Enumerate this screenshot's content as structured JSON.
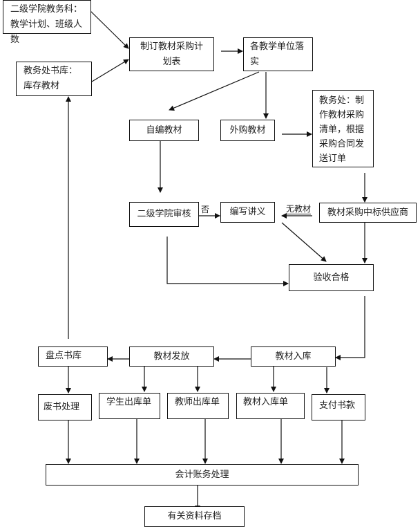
{
  "diagram": {
    "type": "flowchart",
    "nodes": {
      "college_office": {
        "label": "二级学院教务科：\n教学计划、班级人数"
      },
      "central_library": {
        "label": "教务处书库：\n库存教材"
      },
      "make_plan": {
        "label": "制订教材采购计\n划表"
      },
      "units_implement": {
        "label": "各教学单位落\n实"
      },
      "self_compiled": {
        "label": "自编教材"
      },
      "external_purchase": {
        "label": "外购教材"
      },
      "academic_affairs": {
        "label": "教务处：制\n作教材采购\n清单，根据\n采购合同发\n送订单"
      },
      "college_review": {
        "label": "二级学院审核"
      },
      "write_handouts": {
        "label": "编写讲义"
      },
      "winning_supplier": {
        "label": "教材采购中标供应商"
      },
      "acceptance": {
        "label": "验收合格"
      },
      "inventory_check": {
        "label": "盘点书库"
      },
      "distribution": {
        "label": "教材发放"
      },
      "warehousing": {
        "label": "教材入库"
      },
      "scrap_processing": {
        "label": "废书处理"
      },
      "student_outbound": {
        "label": "学生出库单"
      },
      "teacher_outbound": {
        "label": "教师出库单"
      },
      "warehousing_slip": {
        "label": "教材入库单"
      },
      "pay_books": {
        "label": "支付书款"
      },
      "accounting": {
        "label": "会计账务处理"
      },
      "archive": {
        "label": "有关资料存档"
      }
    },
    "edge_labels": {
      "no": "否",
      "no_textbook": "无教材"
    },
    "edges": [
      {
        "from": "college_office",
        "to": "make_plan"
      },
      {
        "from": "central_library",
        "to": "make_plan"
      },
      {
        "from": "make_plan",
        "to": "units_implement"
      },
      {
        "from": "units_implement",
        "to": "self_compiled"
      },
      {
        "from": "units_implement",
        "to": "external_purchase"
      },
      {
        "from": "external_purchase",
        "to": "academic_affairs"
      },
      {
        "from": "academic_affairs",
        "to": "winning_supplier"
      },
      {
        "from": "self_compiled",
        "to": "college_review"
      },
      {
        "from": "college_review",
        "to": "write_handouts",
        "label": "否"
      },
      {
        "from": "winning_supplier",
        "to": "write_handouts",
        "label": "无教材"
      },
      {
        "from": "write_handouts",
        "to": "acceptance"
      },
      {
        "from": "winning_supplier",
        "to": "acceptance"
      },
      {
        "from": "college_review",
        "to": "acceptance"
      },
      {
        "from": "acceptance",
        "to": "warehousing"
      },
      {
        "from": "warehousing",
        "to": "distribution"
      },
      {
        "from": "distribution",
        "to": "inventory_check"
      },
      {
        "from": "inventory_check",
        "to": "central_library"
      },
      {
        "from": "inventory_check",
        "to": "scrap_processing"
      },
      {
        "from": "distribution",
        "to": "student_outbound"
      },
      {
        "from": "distribution",
        "to": "teacher_outbound"
      },
      {
        "from": "warehousing",
        "to": "warehousing_slip"
      },
      {
        "from": "warehousing",
        "to": "pay_books"
      },
      {
        "from": "scrap_processing",
        "to": "accounting"
      },
      {
        "from": "student_outbound",
        "to": "accounting"
      },
      {
        "from": "teacher_outbound",
        "to": "accounting"
      },
      {
        "from": "warehousing_slip",
        "to": "accounting"
      },
      {
        "from": "pay_books",
        "to": "accounting"
      },
      {
        "from": "accounting",
        "to": "archive"
      }
    ]
  }
}
